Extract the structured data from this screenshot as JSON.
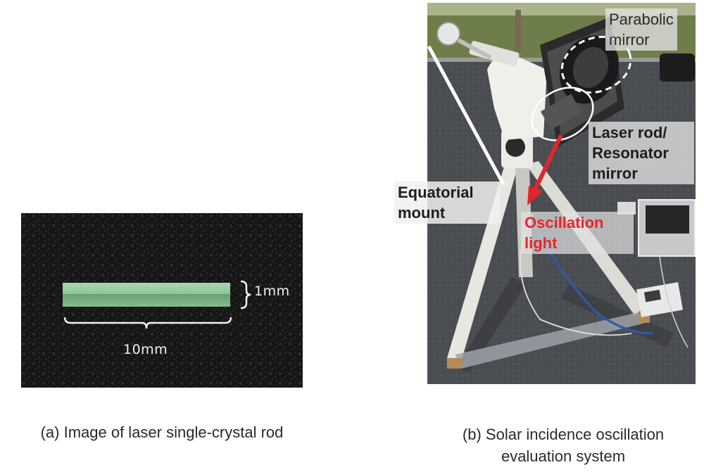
{
  "panel_a": {
    "dimension_height": "1mm",
    "dimension_length": "10mm",
    "caption": "(a) Image of laser single-crystal rod"
  },
  "panel_b": {
    "callouts": {
      "parabolic_mirror": [
        "Parabolic",
        "mirror"
      ],
      "laser_rod": [
        "Laser rod/",
        "Resonator",
        "mirror"
      ],
      "equatorial_mount": [
        "Equatorial",
        "mount"
      ],
      "oscillation_light": [
        "Oscillation",
        "light"
      ]
    },
    "caption": [
      "(b) Solar incidence oscillation",
      "evaluation system"
    ]
  },
  "colors": {
    "rod_green": "#8fc49a",
    "arrow_red": "#e0262b",
    "callout_text": "#1e1e1e",
    "asphalt": "#4a4d52"
  }
}
